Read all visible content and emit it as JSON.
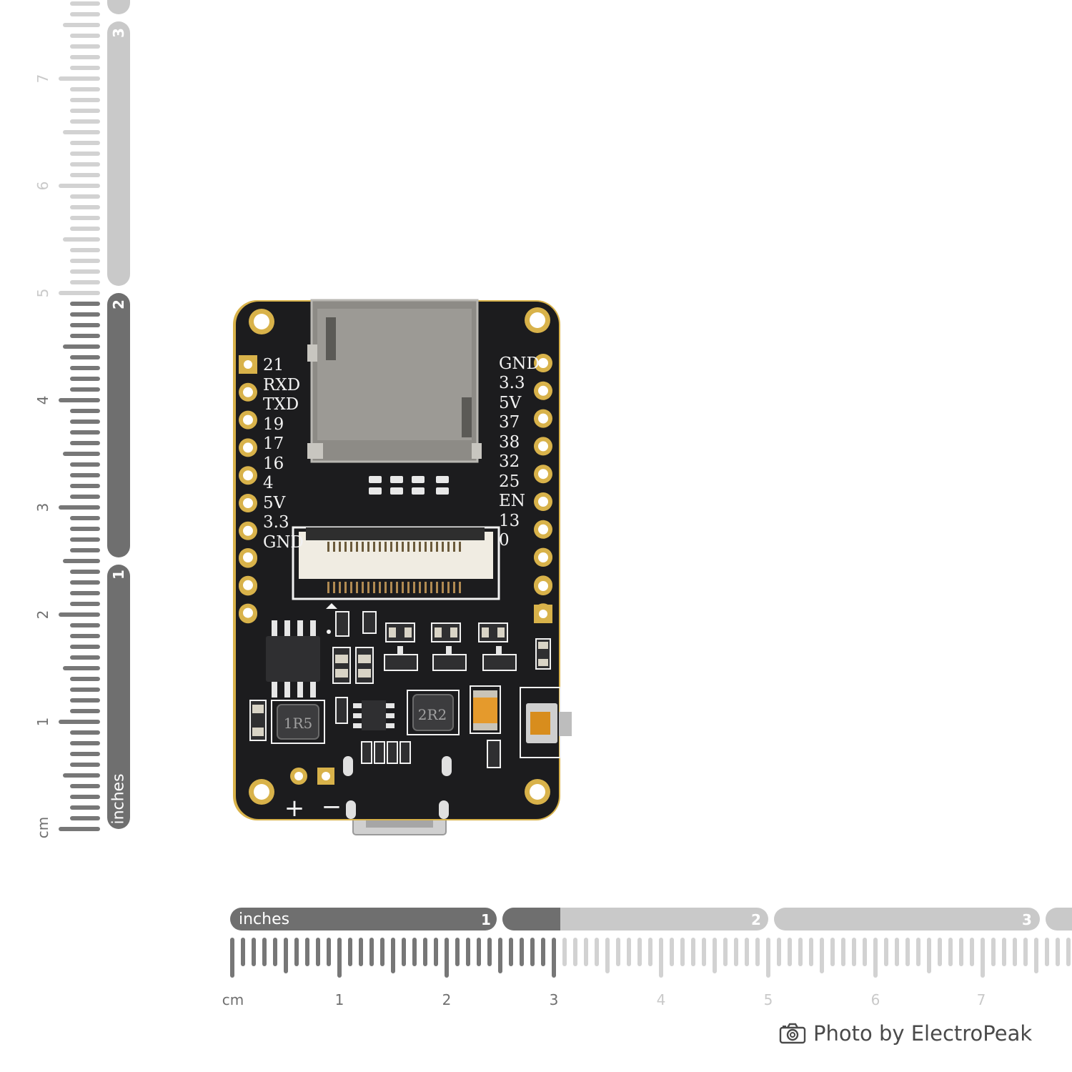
{
  "colors": {
    "board": "#1c1c1e",
    "gold": "#d8b24a",
    "ruler_dark": "#6f6f6f",
    "ruler_light": "#c9c9c9",
    "silkscreen": "#f2f2f2",
    "component": "#3a3a3a"
  },
  "ruler_vertical": {
    "unit_cm": "cm",
    "unit_inches": "inches",
    "cm_labels": [
      "1",
      "2",
      "3",
      "4",
      "5",
      "6",
      "7"
    ],
    "inch_labels": [
      "1",
      "2",
      "3"
    ]
  },
  "ruler_horizontal": {
    "unit_cm": "cm",
    "unit_inches": "inches",
    "cm_labels": [
      "1",
      "2",
      "3",
      "4",
      "5",
      "6",
      "7"
    ],
    "inch_labels": [
      "1",
      "2",
      "3"
    ]
  },
  "board": {
    "left_pins": [
      "21",
      "RXD",
      "TXD",
      "19",
      "17",
      "16",
      "4",
      "5V",
      "3.3",
      "GND"
    ],
    "right_pins": [
      "GND",
      "3.3",
      "5V",
      "37",
      "38",
      "32",
      "25",
      "EN",
      "13",
      "0"
    ],
    "inductor_left": "1R5",
    "inductor_right": "2R2",
    "battery_plus": "+",
    "battery_minus": "−"
  },
  "credit": {
    "text": "Photo by ElectroPeak",
    "icon": "camera-icon"
  }
}
